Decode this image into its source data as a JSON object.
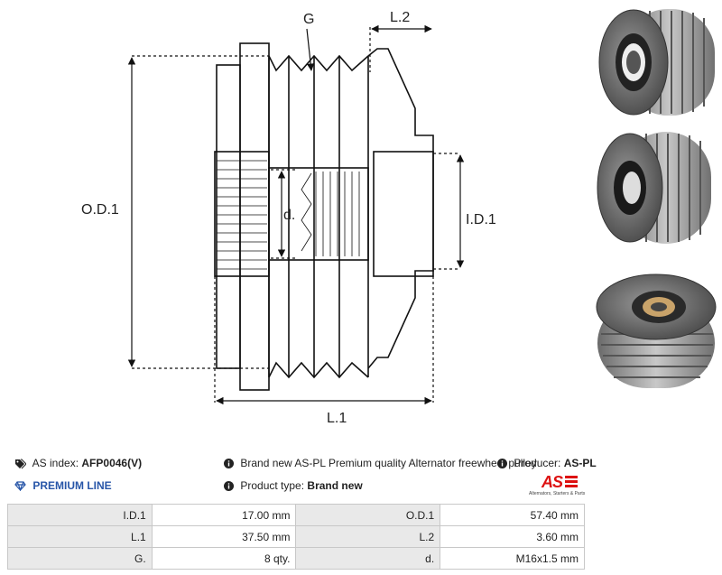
{
  "drawing": {
    "labels": {
      "g": "G",
      "l2": "L.2",
      "od1": "O.D.1",
      "d": "d.",
      "id1": "I.D.1",
      "l1": "L.1"
    }
  },
  "info": {
    "as_index_label": "AS index:",
    "as_index_value": "AFP0046(V)",
    "premium_line": "PREMIUM LINE",
    "description": "Brand new AS-PL Premium quality Alternator freewheel pulley",
    "producer_label": "Producer:",
    "producer_value": "AS-PL",
    "product_type_label": "Product type:",
    "product_type_value": "Brand new"
  },
  "logo": {
    "mark": "AS",
    "tagline": "Alternators, Starters & Parts"
  },
  "specs": [
    {
      "label1": "I.D.1",
      "value1": "17.00 mm",
      "label2": "O.D.1",
      "value2": "57.40 mm"
    },
    {
      "label1": "L.1",
      "value1": "37.50 mm",
      "label2": "L.2",
      "value2": "3.60 mm"
    },
    {
      "label1": "G.",
      "value1": "8 qty.",
      "label2": "d.",
      "value2": "M16x1.5 mm"
    }
  ],
  "colors": {
    "premium": "#2856a8",
    "logo_red": "#dd1111",
    "table_label_bg": "#e9e9e9"
  }
}
